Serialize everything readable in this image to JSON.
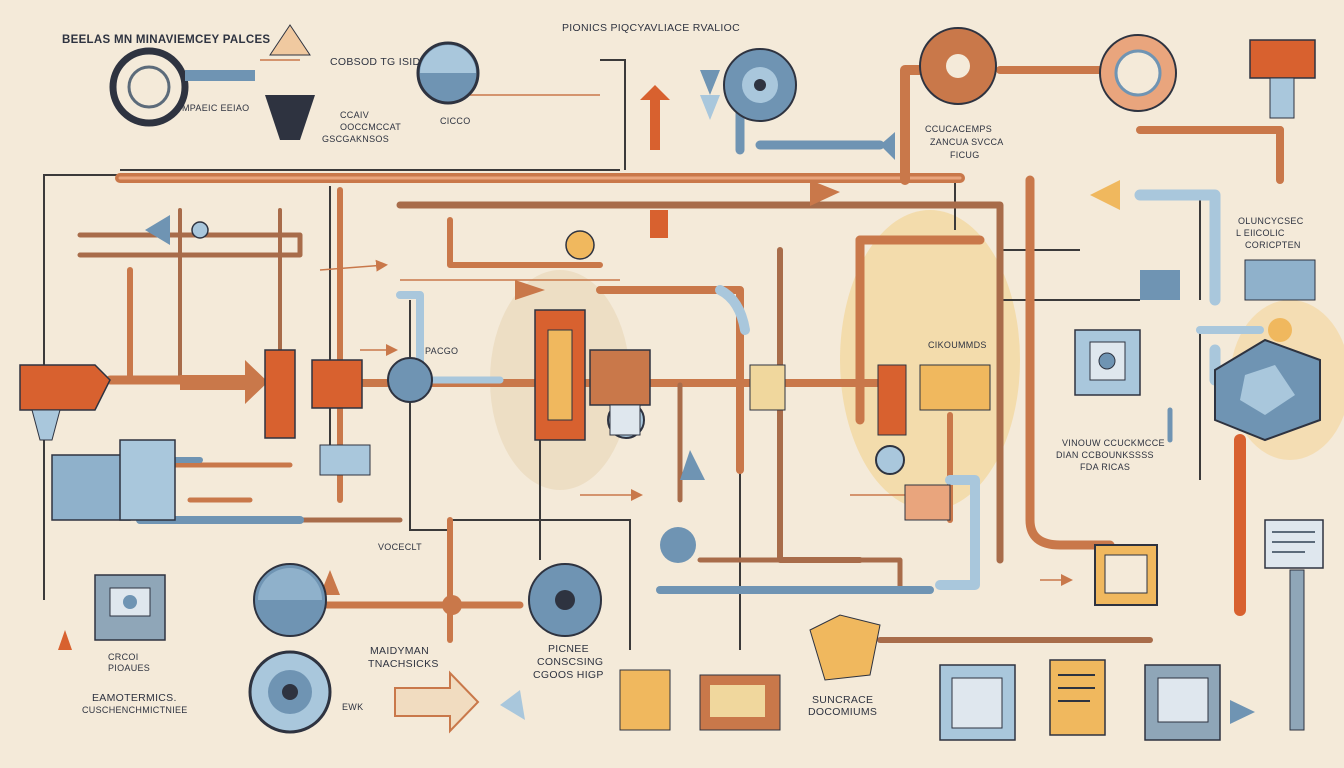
{
  "palette": {
    "background": "#f4ead9",
    "pipe_orange": "#c9784a",
    "pipe_brown": "#a86c4a",
    "steel_blue": "#6f94b3",
    "light_blue": "#a9c7dc",
    "dark_ink": "#2e3340",
    "rust": "#d8612f",
    "yellow": "#f0b85e"
  },
  "labels": {
    "top_left_title": "BEELAS MN MINAVIEMCEY PALCES",
    "top_left_sub": "MPAEIC EEIAO",
    "top_code": "COBSOD TG ISID",
    "center_block_l1": "CCAIV",
    "center_block_l2": "OOCCMCCAT",
    "center_block_l3": "GSCGAKNSOS",
    "small_tag": "CICCO",
    "top_center_banner": "PIONICS PIQCYAVLIACE RVALIOC",
    "top_right_l1": "CCUCACEMPS",
    "top_right_l2": "ZANCUA SVCCA",
    "top_right_l3": "FICUG",
    "right_block_l1": "OLUNCYCSEC",
    "right_block_l2": "L EIICOLIC",
    "right_block_l3": "CORICPTEN",
    "mid_right_tag": "CIKOUMMDS",
    "right_note_l1": "VINOUW CCUCKMCCE",
    "right_note_l2": "DIAN CCBOUNKSSSS",
    "right_note_l3": "FDA RICAS",
    "mid_tag": "PACGO",
    "lower_mid_tag": "VOCECLT",
    "bottom_left_l1": "CRCOI",
    "bottom_left_l2": "PIOAUES",
    "bottom_left2_l1": "EAMOTERMICS.",
    "bottom_left2_l2": "CUSCHENCHMICTNIEE",
    "bottom_center_l1": "MAIDYMAN",
    "bottom_center_l2": "TNACHSICKS",
    "bottom_center2_l1": "PICNEE",
    "bottom_center2_l2": "CONSCSING",
    "bottom_center2_l3": "CGOOS HIGP",
    "bottom_tag": "EWK",
    "bottom_right_l1": "SUNCRACE",
    "bottom_right_l2": "DOCOMIUMS"
  }
}
